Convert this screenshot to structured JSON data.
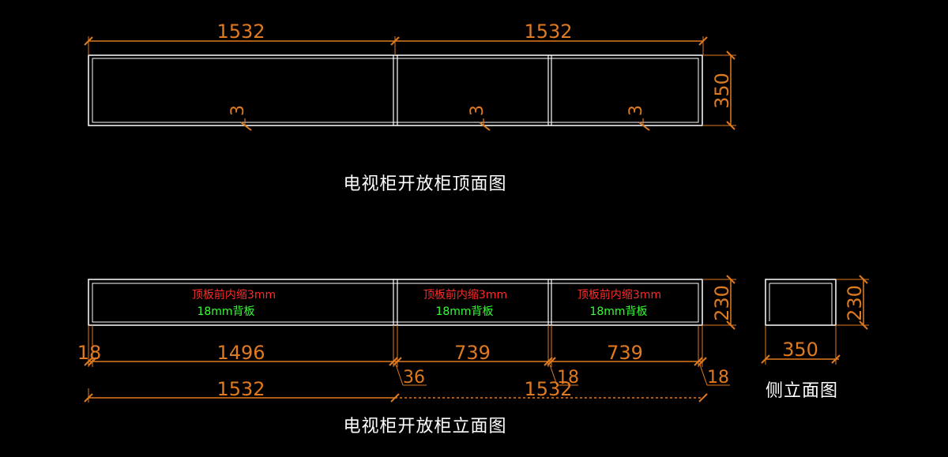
{
  "colors": {
    "background": "#000000",
    "outline": "#ffffff",
    "dimension": "#e07a1f",
    "note_red": "#ff2a2a",
    "note_green": "#33ff33"
  },
  "top_view": {
    "title": "电视柜开放柜顶面图",
    "width_dims": [
      "1532",
      "1532"
    ],
    "depth_dim": "350",
    "inset_dims": [
      "3",
      "3",
      "3"
    ]
  },
  "front_view": {
    "title": "电视柜开放柜立面图",
    "height_dim": "230",
    "compartments": [
      {
        "note": "顶板前内缩3mm",
        "back": "18mm背板",
        "inner_width": "1496"
      },
      {
        "note": "顶板前内缩3mm",
        "back": "18mm背板",
        "inner_width": "739"
      },
      {
        "note": "顶板前内缩3mm",
        "back": "18mm背板",
        "inner_width": "739"
      }
    ],
    "board_dims": [
      "18",
      "36",
      "18",
      "18"
    ],
    "overall_dims": [
      "1532",
      "1532"
    ]
  },
  "side_view": {
    "title": "侧立面图",
    "width_dim": "350",
    "height_dim": "230"
  }
}
